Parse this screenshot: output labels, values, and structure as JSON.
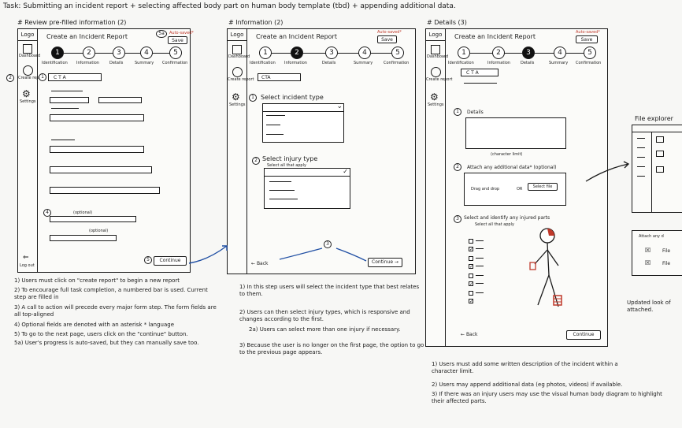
{
  "task": "Task: Submitting an incident report + selecting affected body part on human body template (tbd) + appending additional data.",
  "logo": "Logo",
  "steps": [
    "Identification",
    "Information",
    "Details",
    "Summary",
    "Confirmation"
  ],
  "page_title": "Create an Incident Report",
  "autosaved": "Auto-saved*",
  "save": "Save",
  "nav": {
    "dashboard": "Dashboard",
    "create": "Create report",
    "settings": "Settings",
    "logout": "Log out"
  },
  "screen1": {
    "heading": "# Review pre-filled information (2)",
    "cta": "C T A",
    "optional1": "(optional)",
    "optional2": "(optional)",
    "continue": "Continue",
    "callouts": [
      "2",
      "1",
      "4",
      "5",
      "5a"
    ],
    "notes": [
      "1) Users must click on \"create report\" to begin a new report",
      "2) To encourage full task completion, a numbered bar is used. Current step are filled in",
      "3) A call to action will precede every major form step. The form fields are all top-aligned",
      "4) Optional fields are denoted with an asterisk * language",
      "5) To go to the next page, users click on the \"continue\" button.",
      "5a) User's progress is auto-saved, but they can manually save too."
    ]
  },
  "screen2": {
    "heading": "# Information (2)",
    "cta": "CTA",
    "select_type": "Select incident type",
    "select_injury": "Select injury type",
    "select_all": "Select all that apply",
    "back": "Back",
    "continue": "Continue",
    "callouts": [
      "1",
      "2",
      "3"
    ],
    "notes": [
      "1) In this step users will select the incident type that best relates to them.",
      "2) Users can then select injury types, which is responsive and changes according to the first.",
      "2a) Users can select more than one injury if necessary.",
      "3) Because the user is no longer on the first page, the option to go to the previous page appears."
    ]
  },
  "screen3": {
    "heading": "# Details (3)",
    "cta": "C T A",
    "details": "Details",
    "char_limit": "(character limit)",
    "attach": "Attach any additional data* (optional)",
    "drag": "Drag and drop",
    "or": "OR",
    "select_file": "Select file",
    "injured": "Select and identify any injured parts",
    "select_all": "Select all that apply",
    "back": "Back",
    "continue": "Continue",
    "callouts": [
      "1",
      "2",
      "3"
    ],
    "notes": [
      "1) Users must add some written description of the incident within a character limit.",
      "2) Users may append additional data (eg photos, videos) if available.",
      "3) If there was an injury users may use the visual human body diagram to highlight their affected parts."
    ]
  },
  "explorer": {
    "title": "File explorer",
    "attach_title": "Attach any d",
    "file1": "File",
    "file2": "File",
    "note": "Updated look of attached."
  },
  "colors": {
    "ink": "#1a1a1a",
    "accent_red": "#c0392b",
    "arrow_blue": "#1f4ea3"
  }
}
